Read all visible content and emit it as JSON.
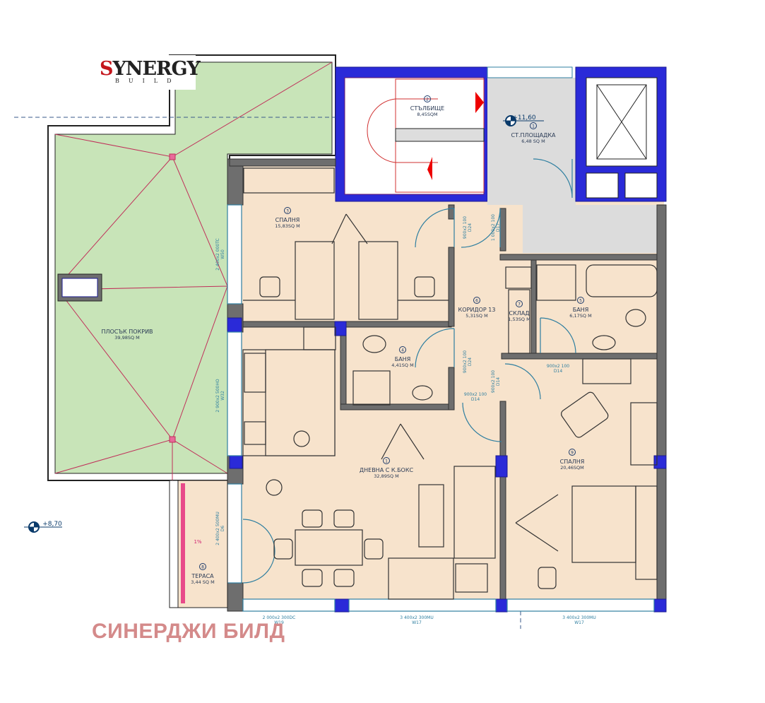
{
  "logo": {
    "text": "SYNERGY",
    "subtext": "BUILD"
  },
  "watermark": "СИНЕРДЖИ БИЛД",
  "colors": {
    "roof": "#c8e4b8",
    "floor": "#f7e3cc",
    "wall": "#6e6e6e",
    "structural": "#2a2ad8",
    "common_area": "#dcdcdc",
    "openings": "#2f7fa0",
    "watermark": "#d48a8a"
  },
  "levels": [
    {
      "value": "+11,60"
    },
    {
      "value": "+8,70"
    }
  ],
  "slope": "1%",
  "rooms": [
    {
      "num": "1",
      "name": "СТ.ПЛОЩАДКА",
      "area": "6,48 SQ M"
    },
    {
      "num": "2",
      "name": "СТЪЛБИЩЕ",
      "area": "8,45SQM"
    },
    {
      "num": "3",
      "name": "СПАЛНЯ",
      "area": "15,83SQ M"
    },
    {
      "num": "4",
      "name": "БАНЯ",
      "area": "4,41SQ M"
    },
    {
      "num": "5",
      "name": "БАНЯ",
      "area": "6,17SQ M"
    },
    {
      "num": "6",
      "name": "КОРИДОР 13",
      "area": "5,31SQ M"
    },
    {
      "num": "7",
      "name": "СКЛАД",
      "area": "1,53SQ M"
    },
    {
      "num": "8",
      "name": "ТЕРАСА",
      "area": "3,44 SQ M"
    },
    {
      "num": "9",
      "name": "СПАЛНЯ",
      "area": "20,46SQM"
    },
    {
      "num": "1",
      "name": "ДНЕВНА С К.БОКС",
      "area": "32,89SQ M"
    },
    {
      "num": "",
      "name": "ПЛОСЪК ПОКРИВ",
      "area": "39,98SQ M"
    }
  ],
  "openings": [
    {
      "size": "2 400x2 000TC",
      "code": "W50"
    },
    {
      "size": "2 900x2 500HO",
      "code": "W32"
    },
    {
      "size": "900x2 100",
      "code": "D24"
    },
    {
      "size": "1 000x2 100",
      "code": "D17"
    },
    {
      "size": "900x2 100",
      "code": "D24"
    },
    {
      "size": "900x2 100",
      "code": "D14"
    },
    {
      "size": "900x2 100",
      "code": "D14"
    },
    {
      "size": "900x2 100",
      "code": "D14"
    },
    {
      "size": "2 400x2 500MU",
      "code": "D6"
    },
    {
      "size": "2 000x2 300DC",
      "code": "W19"
    },
    {
      "size": "3 400x2 300MU",
      "code": "W17"
    },
    {
      "size": "3 400x2 300MU",
      "code": "W17"
    }
  ]
}
